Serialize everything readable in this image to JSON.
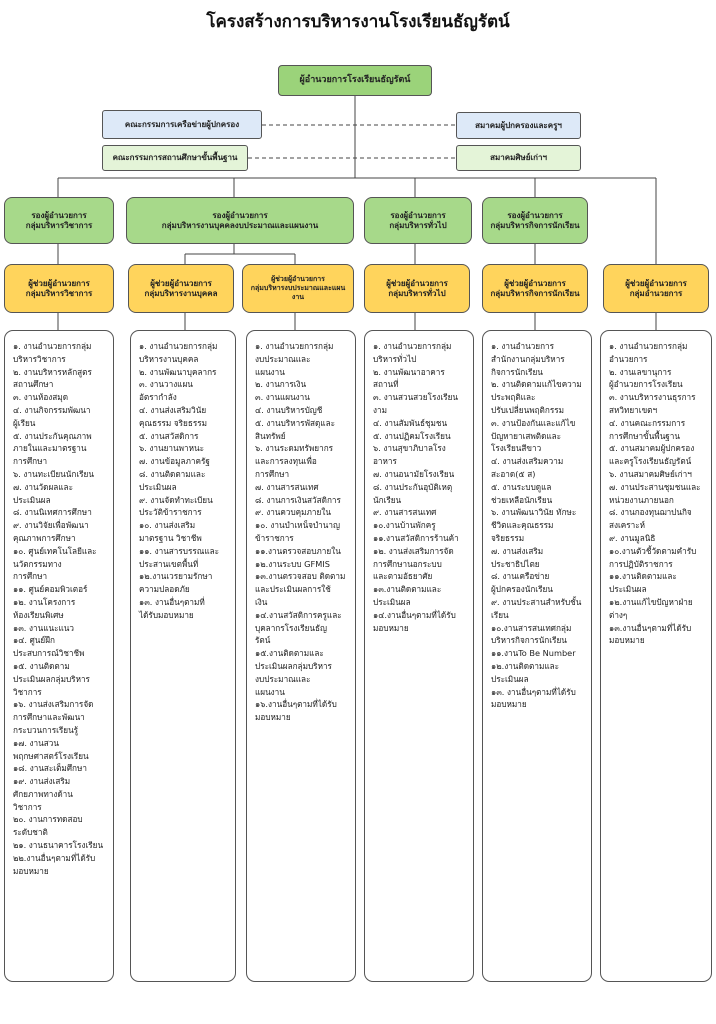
{
  "title": "โครงสร้างการบริหารงานโรงเรียนธัญรัตน์",
  "director": "ผู้อำนวยการโรงเรียนธัญรัตน์",
  "committees": {
    "parent_network": "คณะกรรมการเครือข่ายผู้ปกครอง",
    "basic_education": "คณะกรรมการสถานศึกษาขั้นพื้นฐาน",
    "parent_teacher": "สมาคมผู้ปกครองและครูฯ",
    "alumni": "สมาคมศิษย์เก่าฯ"
  },
  "deputies": [
    {
      "line1": "รองผู้อำนวยการ",
      "line2": "กลุ่มบริหารวิชาการ"
    },
    {
      "line1": "รองผู้อำนวยการ",
      "line2": "กลุ่มบริหารงานบุคคลงบประมาณและแผนงาน"
    },
    {
      "line1": "รองผู้อำนวยการ",
      "line2": "กลุ่มบริหารทั่วไป"
    },
    {
      "line1": "รองผู้อำนวยการ",
      "line2": "กลุ่มบริหารกิจการนักเรียน"
    }
  ],
  "assistants": [
    {
      "line1": "ผู้ช่วยผู้อำนวยการ",
      "line2": "กลุ่มบริหารวิชาการ"
    },
    {
      "line1": "ผู้ช่วยผู้อำนวยการ",
      "line2": "กลุ่มบริหารงานบุคคล"
    },
    {
      "line1": "ผู้ช่วยผู้อำนวยการ",
      "line2": "กลุ่มบริหารงบประมาณและแผนงาน"
    },
    {
      "line1": "ผู้ช่วยผู้อำนวยการ",
      "line2": "กลุ่มบริหารทั่วไป"
    },
    {
      "line1": "ผู้ช่วยผู้อำนวยการ",
      "line2": "กลุ่มบริหารกิจการนักเรียน"
    },
    {
      "line1": "ผู้ช่วยผู้อำนวยการ",
      "line2": "กลุ่มอำนวยการ"
    }
  ],
  "lists": [
    [
      "๑. งานอำนวยการกลุ่ม",
      "บริหารวิชาการ",
      "๒. งานบริหารหลักสูตร",
      "สถานศึกษา",
      "๓. งานห้องสมุด",
      "๔. งานกิจกรรมพัฒนา",
      "ผู้เรียน",
      "๕. งานประกันคุณภาพ",
      "ภายในและมาตรฐาน",
      "การศึกษา",
      "๖. งานทะเบียนนักเรียน",
      "๗. งานวัดผลและ",
      "ประเมินผล",
      "๘. งานนิเทศการศึกษา",
      "๙. งานวิจัยเพื่อพัฒนา",
      "คุณภาพการศึกษา",
      "๑๐. ศูนย์เทคโนโลยีและ",
      "นวัตกรรมทาง",
      "การศึกษา",
      "๑๑. ศูนย์คอมพิวเตอร์",
      "๑๒. งานโครงการ",
      "ห้องเรียนพิเศษ",
      "๑๓. งานแนะแนว",
      "๑๔. ศูนย์ฝึก",
      "ประสบการณ์วิชาชีพ",
      "๑๕. งานติดตาม",
      "ประเมินผลกลุ่มบริหาร",
      "วิชาการ",
      "๑๖. งานส่งเสริมการจัด",
      "การศึกษาและพัฒนา",
      "กระบวนการเรียนรู้",
      "๑๗. งานสวน",
      "พฤกษศาสตร์โรงเรียน",
      "๑๘. งานสะเต็มศึกษา",
      "๑๙. งานส่งเสริม",
      "ศักยภาพทางด้าน",
      "วิชาการ",
      "๒๐. งานการทดสอบ",
      "ระดับชาติ",
      "๒๑. งานธนาคารโรงเรียน",
      "๒๒.งานอื่นๆตามที่ได้รับ",
      "มอบหมาย"
    ],
    [
      "๑. งานอำนวยการกลุ่ม",
      "บริหารงานบุคคล",
      "๒. งานพัฒนาบุคลากร",
      "๓. งานวางแผน",
      "อัตรากำลัง",
      "๔. งานส่งเสริมวินัย",
      "คุณธรรม จริยธรรม",
      "๕. งานสวัสดิการ",
      "๖. งานยานพาหนะ",
      "๗. งานข้อมูลภาครัฐ",
      "๘. งานติดตามและ",
      "ประเมินผล",
      "๙. งานจัดทำทะเบียน",
      "ประวัติข้าราชการ",
      "๑๐. งานส่งเสริม",
      "มาตรฐาน วิชาชีพ",
      "๑๑. งานสารบรรณและ",
      "ประสานเขตพื้นที่",
      "๑๒.งานเวรยามรักษา",
      "ความปลอดภัย",
      "๑๓. งานอื่นๆตามที่",
      "ได้รับมอบหมาย"
    ],
    [
      "๑. งานอำนวยการกลุ่ม",
      "งบประมาณและ",
      "แผนงาน",
      "๒. งานการเงิน",
      "๓. งานแผนงาน",
      "๔. งานบริหารบัญชี",
      "๕. งานบริหารพัสดุและ",
      "สินทรัพย์",
      "๖. งานระดมทรัพยากร",
      "และการลงทุนเพื่อ",
      "การศึกษา",
      "๗. งานสารสนเทศ",
      "๘. งานการเงินสวัสดิการ",
      "๙. งานควบคุมภายใน",
      "๑๐. งานบำเหน็จบำนาญ",
      "ข้าราชการ",
      "๑๑.งานตรวจสอบภายใน",
      "๑๒.งานระบบ GFMIS",
      "๑๓.งานตรวจสอบ ติดตาม",
      "และประเมินผลการใช้",
      "เงิน",
      "๑๔.งานสวัสดิการครูและ",
      "บุคลากรโรงเรียนธัญ",
      "รัตน์",
      "๑๕.งานติดตามและ",
      "ประเมินผลกลุ่มบริหาร",
      "งบประมาณและ",
      "แผนงาน",
      "๑๖.งานอื่นๆตามที่ได้รับ",
      "มอบหมาย"
    ],
    [
      "๑. งานอำนวยการกลุ่ม",
      "บริหารทั่วไป",
      "๒. งานพัฒนาอาคาร",
      "สถานที่",
      "๓. งานสวนสวยโรงเรียน",
      "งาม",
      "๔. งานสัมพันธ์ชุมชน",
      "๕. งานปฏิคมโรงเรียน",
      "๖. งานสุขาภิบาลโรง",
      "อาหาร",
      "๗. งานอนามัยโรงเรียน",
      "๘. งานประกันอุบัติเหตุ",
      "นักเรียน",
      "๙. งานสารสนเทศ",
      "๑๐.งานบ้านพักครู",
      "๑๑.งานสวัสดิการร้านค้า",
      "๑๒. งานส่งเสริมการจัด",
      "การศึกษานอกระบบ",
      "และตามอัธยาศัย",
      "๑๓.งานติดตามและ",
      "ประเมินผล",
      "๑๔.งานอื่นๆตามที่ได้รับ",
      "มอบหมาย"
    ],
    [
      "๑. งานอำนวยการ",
      "สำนักงานกลุ่มบริหาร",
      "กิจการนักเรียน",
      "๒. งานติดตามแก้ไขความ",
      "ประพฤติและ",
      "ปรับเปลี่ยนพฤติกรรม",
      "๓. งานป้องกันและแก้ไข",
      "ปัญหายาเสพติดและ",
      "โรงเรียนสีขาว",
      "๔. งานส่งเสริมความ",
      "สะอาด(๕ ส)",
      "๕. งานระบบดูแล",
      "ช่วยเหลือนักเรียน",
      "๖. งานพัฒนาวินัย ทักษะ",
      "ชีวิตและคุณธรรม",
      "จริยธรรม",
      "๗. งานส่งเสริม",
      "ประชาธิปไตย",
      "๘. งานเครือข่าย",
      "ผู้ปกครองนักเรียน",
      "๙. งานประสานสำหรับชั้น",
      "เรียน",
      "๑๐.งานสารสนเทศกลุ่ม",
      "บริหารกิจการนักเรียน",
      "๑๑.งานTo Be Number",
      "๑๒.งานติดตามและ",
      "ประเมินผล",
      "๑๓. งานอื่นๆตามที่ได้รับ",
      "มอบหมาย"
    ],
    [
      "๑. งานอำนวยการกลุ่ม",
      "อำนวยการ",
      "๒. งานเลขานุการ",
      "ผู้อำนวยการโรงเรียน",
      "๓. งานบริหารงานธุรการ",
      "สหวิทยาเขตฯ",
      "๔. งานคณะกรรมการ",
      "การศึกษาขั้นพื้นฐาน",
      "๕. งานสมาคมผู้ปกครอง",
      "และครูโรงเรียนธัญรัตน์",
      "๖. งานสมาคมศิษย์เก่าฯ",
      "๗. งานประสานชุมชนและ",
      "หน่วยงานภายนอก",
      "๘. งานกองทุนฌาปนกิจ",
      "สงเคราะห์",
      "๙. งานมูลนิธิ",
      "๑๐.งานตัวชี้วัดตามคำรับ",
      "การปฏิบัติราชการ",
      "๑๑.งานติดตามและ",
      "ประเมินผล",
      "๑๒.งานแก้ไขปัญหาฝ่าย",
      "ต่างๆ",
      "๑๓.งานอื่นๆตามที่ได้รับ",
      "มอบหมาย"
    ]
  ]
}
